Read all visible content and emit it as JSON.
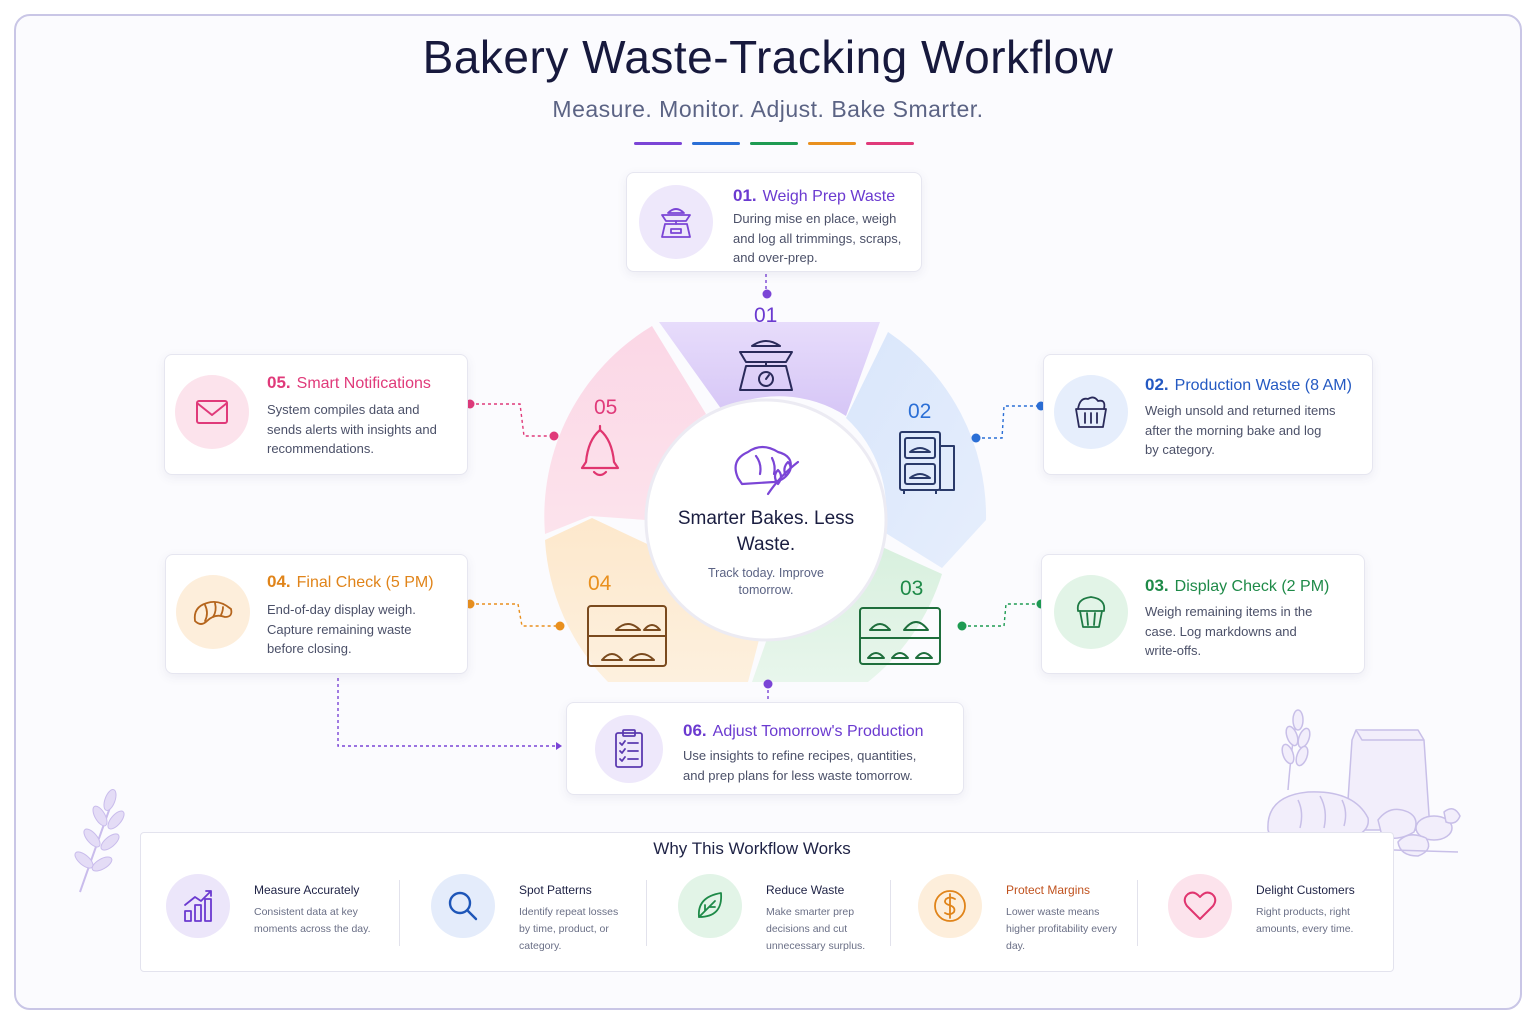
{
  "header": {
    "title": "Bakery Waste-Tracking Workflow",
    "subtitle": "Measure. Monitor. Adjust. Bake Smarter."
  },
  "colors": {
    "purple": "#7b45d6",
    "blue": "#2b6fd6",
    "green": "#1e9b52",
    "orange": "#e9901e",
    "pink": "#e03a7a"
  },
  "steps": [
    {
      "num": "01.",
      "title": "Weigh Prep Waste",
      "desc": "During mise en place, weigh and log all trimmings, scraps, and over-prep.",
      "icon": "scale-icon"
    },
    {
      "num": "02.",
      "title": "Production Waste (8 AM)",
      "desc": "Weigh unsold and returned items after the morning bake and log by category.",
      "icon": "bread-basket-icon"
    },
    {
      "num": "03.",
      "title": "Display Check (2 PM)",
      "desc": "Weigh remaining items in the case. Log markdowns and write-offs.",
      "icon": "muffin-icon"
    },
    {
      "num": "04.",
      "title": "Final Check (5 PM)",
      "desc": "End-of-day display weigh. Capture remaining waste before closing.",
      "icon": "croissant-icon"
    },
    {
      "num": "05.",
      "title": "Smart Notifications",
      "desc": "System compiles data and sends alerts with insights and recommendations.",
      "icon": "envelope-icon"
    },
    {
      "num": "06.",
      "title": "Adjust Tomorrow's Production",
      "desc": "Use insights to refine recipes, quantities, and prep plans for less waste tomorrow.",
      "icon": "clipboard-icon"
    }
  ],
  "wheel": {
    "labels": [
      "01",
      "02",
      "03",
      "04",
      "05"
    ],
    "center_title": "Smarter Bakes. Less Waste.",
    "center_sub": "Track today. Improve tomorrow."
  },
  "why": {
    "title": "Why This Workflow Works",
    "items": [
      {
        "label": "Measure Accurately",
        "desc": "Consistent data at key moments across the day.",
        "icon": "bar-chart-icon"
      },
      {
        "label": "Spot Patterns",
        "desc": "Identify repeat losses by time, product, or category.",
        "icon": "search-icon"
      },
      {
        "label": "Reduce Waste",
        "desc": "Make smarter prep decisions and cut unnecessary surplus.",
        "icon": "leaf-icon"
      },
      {
        "label": "Protect Margins",
        "desc": "Lower waste means higher profitability every day.",
        "icon": "dollar-icon"
      },
      {
        "label": "Delight Customers",
        "desc": "Right products, right amounts, every time.",
        "icon": "heart-icon"
      }
    ]
  }
}
